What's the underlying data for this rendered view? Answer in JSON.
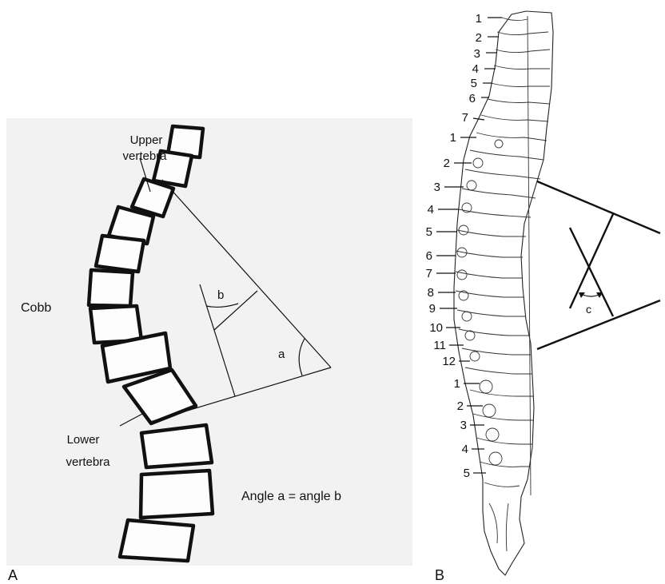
{
  "panel_a": {
    "panel_letter": "A",
    "method_label": "Cobb",
    "upper_label_line1": "Upper",
    "upper_label_line2": "vertebra",
    "lower_label_line1": "Lower",
    "lower_label_line2": "vertebra",
    "angle_a_label": "a",
    "angle_b_label": "b",
    "equation": "Angle a = angle b"
  },
  "panel_b": {
    "panel_letter": "B",
    "angle_c_label": "c",
    "cervical_numbers": [
      "1",
      "2",
      "3",
      "4",
      "5",
      "6",
      "7"
    ],
    "thoracic_numbers": [
      "1",
      "2",
      "3",
      "4",
      "5",
      "6",
      "7",
      "8",
      "9",
      "10",
      "11",
      "12"
    ],
    "lumbar_numbers": [
      "1",
      "2",
      "3",
      "4",
      "5"
    ]
  }
}
